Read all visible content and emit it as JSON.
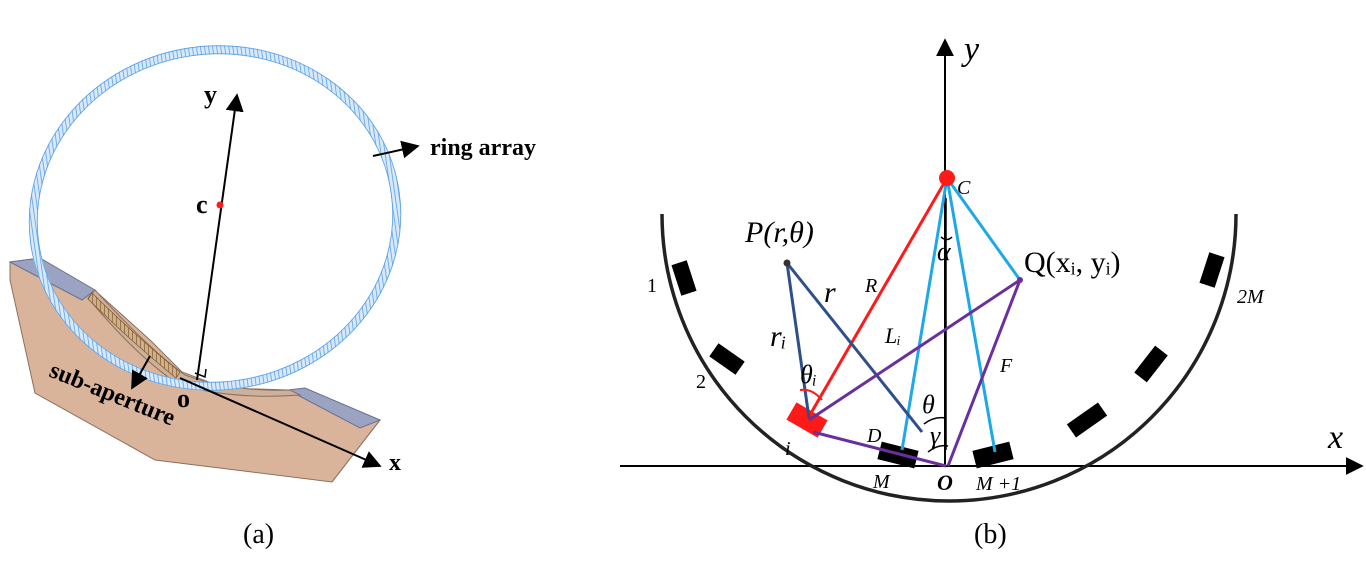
{
  "panel_a": {
    "caption": "(a)",
    "labels": {
      "y": "y",
      "c": "c",
      "o": "o",
      "x": "x",
      "ring_array": "ring array",
      "sub_aperture": "sub-aperture"
    }
  },
  "panel_b": {
    "caption": "(b)",
    "labels": {
      "y": "y",
      "x": "x",
      "C": "C",
      "alpha": "α",
      "P": "P(r,θ)",
      "Q": "Q(xᵢ, yᵢ)",
      "r": "r",
      "r_i": "rᵢ",
      "R": "R",
      "L_i": "Lᵢ",
      "F": "F",
      "D": "D",
      "theta": "θ",
      "theta_i": "θᵢ",
      "gamma": "γ",
      "i": "i",
      "M": "M",
      "O": "O",
      "M_plus_1": "M +1",
      "n1": "1",
      "n2": "2",
      "n2M": "2M"
    }
  },
  "colors": {
    "ring": "#5aa0e6",
    "base": "#d9b49a",
    "base_top": "#9aa3c2",
    "point_red": "#ff1a1a",
    "line_R": "#ff1a1a",
    "line_blue": "#1ea8e8",
    "line_dark": "#2f4f8a",
    "line_purple": "#6a2f9e",
    "transducer": "#000000"
  }
}
